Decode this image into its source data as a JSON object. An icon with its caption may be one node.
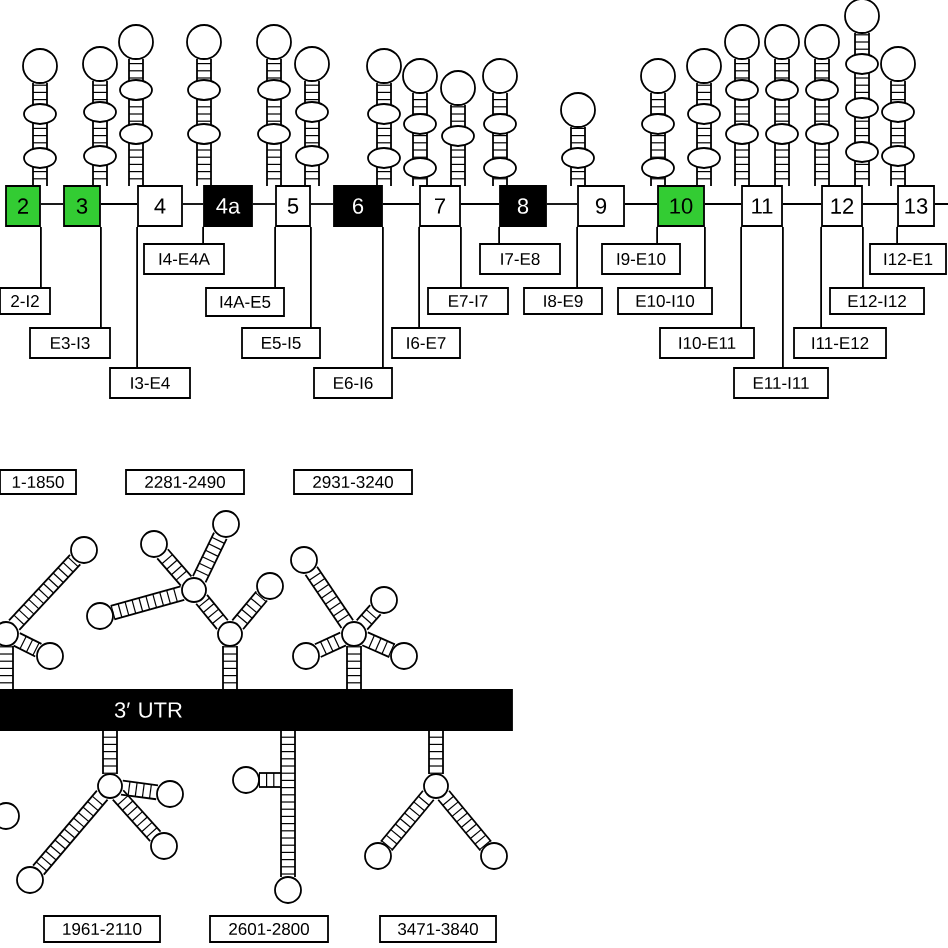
{
  "diagram": {
    "nodes": [
      {
        "text": [
          "2"
        ]
      },
      {
        "text": [
          "3"
        ]
      },
      {
        "text": [
          "4"
        ]
      },
      {
        "text": [
          "4a"
        ]
      },
      {
        "text": [
          "5"
        ]
      },
      {
        "text": [
          "6"
        ]
      },
      {
        "text": [
          "7"
        ]
      },
      {
        "text": [
          "8"
        ]
      },
      {
        "text": [
          "9"
        ]
      },
      {
        "text": [
          "10"
        ]
      },
      {
        "text": [
          "11"
        ]
      },
      {
        "text": [
          "12"
        ]
      },
      {
        "text": [
          "13"
        ]
      },
      {
        "text": [
          "2-I2"
        ]
      },
      {
        "text": [
          "E3-I3"
        ]
      },
      {
        "text": [
          "I3-E4"
        ]
      },
      {
        "text": [
          "I4-E4A"
        ]
      },
      {
        "text": [
          "I4A-E5"
        ]
      },
      {
        "text": [
          "E5-I5"
        ]
      },
      {
        "text": [
          "E6-I6"
        ]
      },
      {
        "text": [
          "I6-E7"
        ]
      },
      {
        "text": [
          "E7-I7"
        ]
      },
      {
        "text": [
          "I7-E8"
        ]
      },
      {
        "text": [
          "I8-E9"
        ]
      },
      {
        "text": [
          "I9-E10"
        ]
      },
      {
        "text": [
          "E10-I10"
        ]
      },
      {
        "text": [
          "I10-E11"
        ]
      },
      {
        "text": [
          "E11-I11"
        ]
      },
      {
        "text": [
          "I11-E12"
        ]
      },
      {
        "text": [
          "E12-I12"
        ]
      },
      {
        "text": [
          "I12-E1"
        ]
      },
      {
        "text": [
          "1-1850"
        ]
      },
      {
        "text": [
          "2281-2490"
        ]
      },
      {
        "text": [
          "2931-3240"
        ]
      },
      {
        "text": [
          "3′ UTR"
        ]
      },
      {
        "text": [
          "1961-2110"
        ]
      },
      {
        "text": [
          "2601-2800"
        ]
      },
      {
        "text": [
          "3471-3840"
        ]
      }
    ],
    "edges": [
      {
        "from": 0,
        "to": 1,
        "arrow": "none"
      },
      {
        "from": 1,
        "to": 2,
        "arrow": "none"
      },
      {
        "from": 2,
        "to": 3,
        "arrow": "none"
      },
      {
        "from": 3,
        "to": 4,
        "arrow": "none"
      },
      {
        "from": 4,
        "to": 5,
        "arrow": "none"
      },
      {
        "from": 5,
        "to": 6,
        "arrow": "none"
      },
      {
        "from": 6,
        "to": 7,
        "arrow": "none"
      },
      {
        "from": 7,
        "to": 8,
        "arrow": "none"
      },
      {
        "from": 8,
        "to": 9,
        "arrow": "none"
      },
      {
        "from": 9,
        "to": 10,
        "arrow": "none"
      },
      {
        "from": 10,
        "to": 11,
        "arrow": "none"
      },
      {
        "from": 11,
        "to": 12,
        "arrow": "none"
      },
      {
        "from": 12,
        "to": null,
        "arrow": "none"
      },
      {
        "from": 13,
        "to": 0,
        "arrow": "none"
      },
      {
        "from": 14,
        "to": 1,
        "arrow": "none"
      },
      {
        "from": 15,
        "to": 2,
        "arrow": "none"
      },
      {
        "from": 16,
        "to": 3,
        "arrow": "none"
      },
      {
        "from": 17,
        "to": 4,
        "arrow": "none"
      },
      {
        "from": 18,
        "to": 4,
        "arrow": "none"
      },
      {
        "from": 19,
        "to": 5,
        "arrow": "none"
      },
      {
        "from": 20,
        "to": 6,
        "arrow": "none"
      },
      {
        "from": 21,
        "to": 6,
        "arrow": "none"
      },
      {
        "from": 22,
        "to": 7,
        "arrow": "none"
      },
      {
        "from": 23,
        "to": 8,
        "arrow": "none"
      },
      {
        "from": 24,
        "to": 9,
        "arrow": "none"
      },
      {
        "from": 25,
        "to": 9,
        "arrow": "none"
      },
      {
        "from": 26,
        "to": 10,
        "arrow": "none"
      },
      {
        "from": 27,
        "to": 10,
        "arrow": "none"
      },
      {
        "from": 28,
        "to": 11,
        "arrow": "none"
      },
      {
        "from": 29,
        "to": 11,
        "arrow": "none"
      },
      {
        "from": 30,
        "to": 12,
        "arrow": "none"
      }
    ]
  }
}
